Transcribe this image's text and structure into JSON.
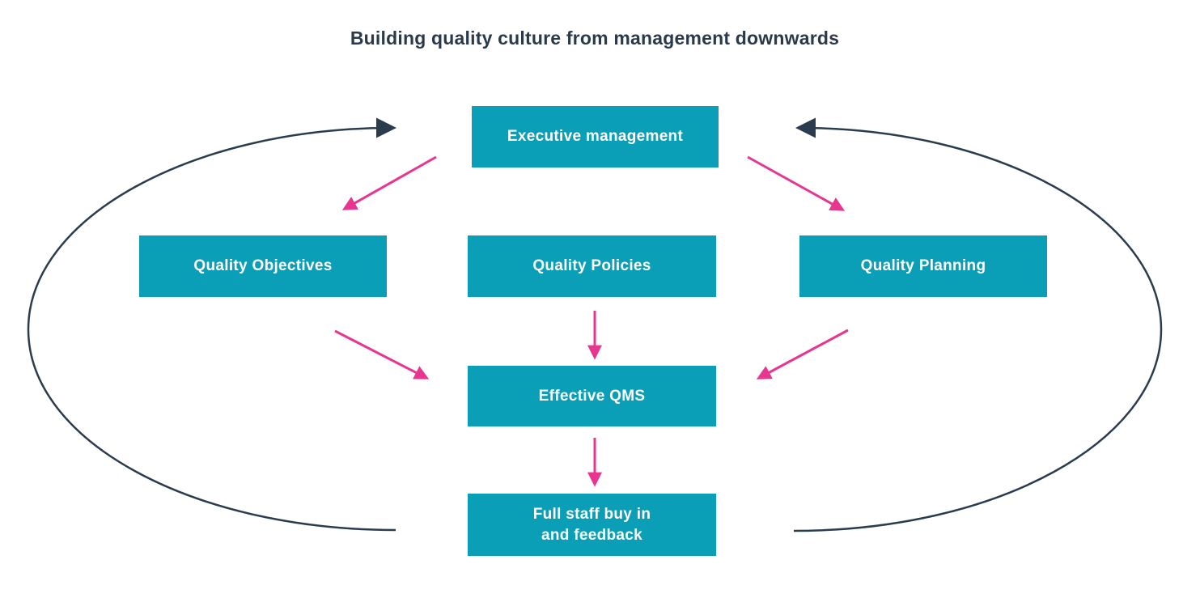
{
  "title": "Building quality culture from management downwards",
  "colors": {
    "box_teal": "#0A9FB7",
    "box_text": "#FFFFFF",
    "arrow_pink": "#E8358F",
    "arrow_navy": "#2B3C4E",
    "title_color": "#2B3A4A",
    "background": "#FFFFFF"
  },
  "nodes": {
    "executive": {
      "label": "Executive management"
    },
    "objectives": {
      "label": "Quality Objectives"
    },
    "policies": {
      "label": "Quality Policies"
    },
    "planning": {
      "label": "Quality Planning"
    },
    "qms": {
      "label": "Effective QMS"
    },
    "staff": {
      "label": "Full staff buy in and feedback",
      "line1": "Full staff buy in",
      "line2": "and feedback"
    }
  },
  "edges": [
    {
      "from": "Executive management",
      "to": "Quality Objectives",
      "color": "pink",
      "style": "straight"
    },
    {
      "from": "Executive management",
      "to": "Quality Planning",
      "color": "pink",
      "style": "straight"
    },
    {
      "from": "Quality Objectives",
      "to": "Effective QMS",
      "color": "pink",
      "style": "straight"
    },
    {
      "from": "Quality Policies",
      "to": "Effective QMS",
      "color": "pink",
      "style": "straight"
    },
    {
      "from": "Quality Planning",
      "to": "Effective QMS",
      "color": "pink",
      "style": "straight"
    },
    {
      "from": "Effective QMS",
      "to": "Full staff buy in and feedback",
      "color": "pink",
      "style": "straight"
    },
    {
      "from": "Full staff buy in and feedback",
      "to": "Executive management",
      "color": "navy",
      "style": "curved-left-loop"
    },
    {
      "from": "Full staff buy in and feedback",
      "to": "Executive management",
      "color": "navy",
      "style": "curved-right-loop"
    }
  ]
}
